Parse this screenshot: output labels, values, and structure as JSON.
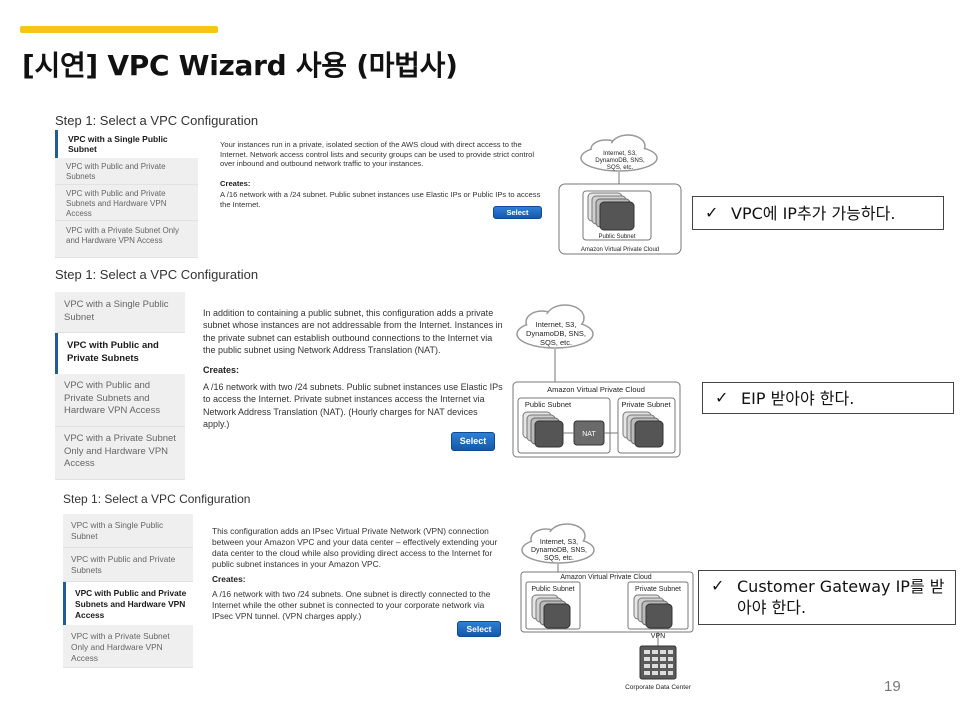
{
  "slide": {
    "title": "[시연] VPC Wizard 사용 (마법사)",
    "page_number": "19",
    "accent_color": "#f5c518"
  },
  "tabs": [
    "VPC with a Single Public Subnet",
    "VPC with Public and Private Subnets",
    "VPC with Public and Private Subnets and Hardware VPN Access",
    "VPC with a Private Subnet Only and Hardware VPN Access"
  ],
  "panels": [
    {
      "step_title": "Step 1: Select a VPC Configuration",
      "active_tab": 0,
      "description": "Your instances run in a private, isolated section of the AWS cloud with direct access to the Internet. Network access control lists and security groups can be used to provide strict control over inbound and outbound network traffic to your instances.",
      "creates_label": "Creates:",
      "creates_text": "A /16 network with a /24 subnet. Public subnet instances use Elastic IPs or Public IPs to access the Internet.",
      "select_label": "Select",
      "diagram": {
        "cloud_text": [
          "Internet, S3,",
          "DynamoDB, SNS,",
          "SQS, etc."
        ],
        "public_subnet": "Public Subnet",
        "vpc_label": "Amazon Virtual Private Cloud"
      }
    },
    {
      "step_title": "Step 1: Select a VPC Configuration",
      "active_tab": 1,
      "description": "In addition to containing a public subnet, this configuration adds a private subnet whose instances are not addressable from the Internet. Instances in the private subnet can establish outbound connections to the Internet via the public subnet using Network Address Translation (NAT).",
      "creates_label": "Creates:",
      "creates_text": "A /16 network with two /24 subnets. Public subnet instances use Elastic IPs to access the Internet. Private subnet instances access the Internet via Network Address Translation (NAT). (Hourly charges for NAT devices apply.)",
      "select_label": "Select",
      "diagram": {
        "cloud_text": [
          "Internet, S3,",
          "DynamoDB, SNS,",
          "SQS, etc."
        ],
        "vpc_label": "Amazon Virtual Private Cloud",
        "public_subnet": "Public Subnet",
        "private_subnet": "Private Subnet",
        "nat_label": "NAT"
      }
    },
    {
      "step_title": "Step 1: Select a VPC Configuration",
      "active_tab": 2,
      "description": "This configuration adds an IPsec Virtual Private Network (VPN) connection between your Amazon VPC and your data center – effectively extending your data center to the cloud while also providing direct access to the Internet for public subnet instances in your Amazon VPC.",
      "creates_label": "Creates:",
      "creates_text": "A /16 network with two /24 subnets. One subnet is directly connected to the Internet while the other subnet is connected to your corporate network via IPsec VPN tunnel. (VPN charges apply.)",
      "select_label": "Select",
      "diagram": {
        "cloud_text": [
          "Internet, S3,",
          "DynamoDB, SNS,",
          "SQS, etc."
        ],
        "vpc_label": "Amazon Virtual Private Cloud",
        "public_subnet": "Public Subnet",
        "private_subnet": "Private Subnet",
        "vpn_label": "VPN",
        "dc_label": "Corporate Data Center"
      }
    }
  ],
  "notes": [
    {
      "check": "✓",
      "text": "VPC에 IP추가 가능하다."
    },
    {
      "check": "✓",
      "text": "EIP 받아야 한다."
    },
    {
      "check": "✓",
      "text": "Customer Gateway IP를 받아야 한다."
    }
  ]
}
